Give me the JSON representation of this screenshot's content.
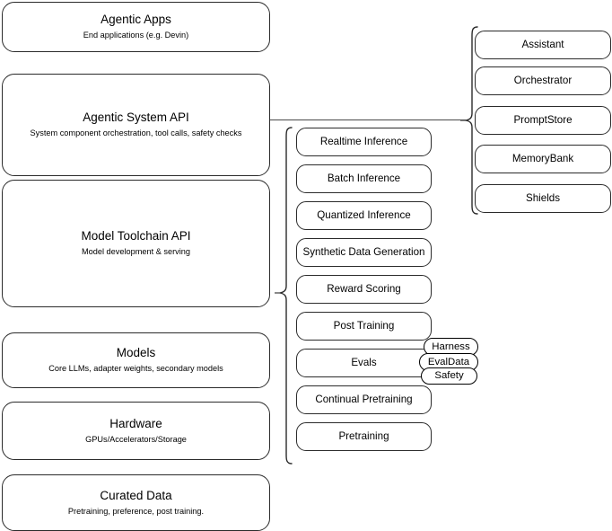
{
  "diagram": {
    "title": "Agentic Stack Layer Diagram",
    "line_color": "#4a4a4a",
    "box_border_color": "#2b2b2b",
    "background": "#ffffff",
    "layers": [
      {
        "name": "agentic-apps",
        "title": "Agentic Apps",
        "subtitle": "End applications (e.g. Devin)"
      },
      {
        "name": "agentic-system-api",
        "title": "Agentic System API",
        "subtitle": "System component orchestration, tool calls, safety checks"
      },
      {
        "name": "model-toolchain-api",
        "title": "Model Toolchain API",
        "subtitle": "Model development & serving"
      },
      {
        "name": "models",
        "title": "Models",
        "subtitle": "Core LLMs, adapter weights, secondary models"
      },
      {
        "name": "hardware",
        "title": "Hardware",
        "subtitle": "GPUs/Accelerators/Storage"
      },
      {
        "name": "curated-data",
        "title": "Curated Data",
        "subtitle": "Pretraining, preference, post training."
      }
    ],
    "toolchain_capabilities": [
      {
        "name": "realtime-inference",
        "label": "Realtime Inference"
      },
      {
        "name": "batch-inference",
        "label": "Batch Inference"
      },
      {
        "name": "quantized-inference",
        "label": "Quantized Inference"
      },
      {
        "name": "synthetic-data-generation",
        "label": "Synthetic Data Generation"
      },
      {
        "name": "reward-scoring",
        "label": "Reward Scoring"
      },
      {
        "name": "post-training",
        "label": "Post Training"
      },
      {
        "name": "evals",
        "label": "Evals"
      },
      {
        "name": "continual-pretraining",
        "label": "Continual Pretraining"
      },
      {
        "name": "pretraining",
        "label": "Pretraining"
      }
    ],
    "eval_subcomponents": [
      {
        "name": "harness",
        "label": "Harness"
      },
      {
        "name": "evaldata",
        "label": "EvalData"
      },
      {
        "name": "safety",
        "label": "Safety"
      }
    ],
    "system_components": [
      {
        "name": "assistant",
        "label": "Assistant"
      },
      {
        "name": "orchestrator",
        "label": "Orchestrator"
      },
      {
        "name": "promptstore",
        "label": "PromptStore"
      },
      {
        "name": "memorybank",
        "label": "MemoryBank"
      },
      {
        "name": "shields",
        "label": "Shields"
      }
    ]
  }
}
